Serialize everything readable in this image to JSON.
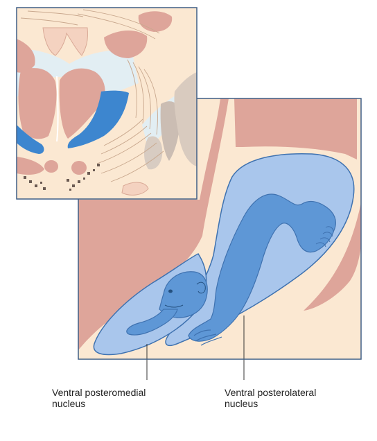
{
  "labels": {
    "vpm": {
      "line1": "Ventral posteromedial",
      "line2": "nucleus"
    },
    "vpl": {
      "line1": "Ventral posterolateral",
      "line2": "nucleus"
    }
  },
  "colors": {
    "frame": "#3f5f86",
    "background_tissue": "#fbe8d2",
    "muscle_pink": "#dea59a",
    "nucleus_light_blue": "#a9c6ec",
    "homunculus_blue": "#5e97d6",
    "ventricle_pale": "#e2eef3",
    "tract_lines": "#c9a88e",
    "highlight_blue": "#3d86cf",
    "grey_structure": "#cbbdb3",
    "dots": "#6b5a52"
  }
}
